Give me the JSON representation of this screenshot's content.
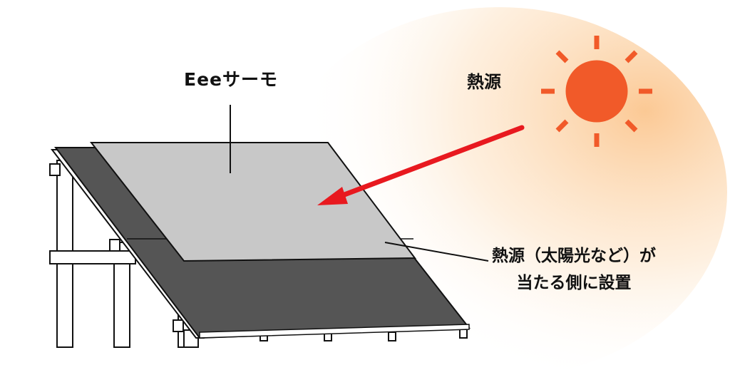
{
  "labels": {
    "product": "Eeeサーモ",
    "heat_source": "熱源",
    "placement_line1": "熱源（太陽光など）が",
    "placement_line2": "当たる側に設置"
  },
  "colors": {
    "sun": "#f15a29",
    "arrow": "#e8191f",
    "glow": "#fbc68f",
    "insulation_sheet": "#c8c8c8",
    "roof": "#555555",
    "frame": "#ffffff",
    "outline": "#111111"
  },
  "icons": {
    "sun": "sun-icon",
    "arrow": "heat-arrow"
  }
}
